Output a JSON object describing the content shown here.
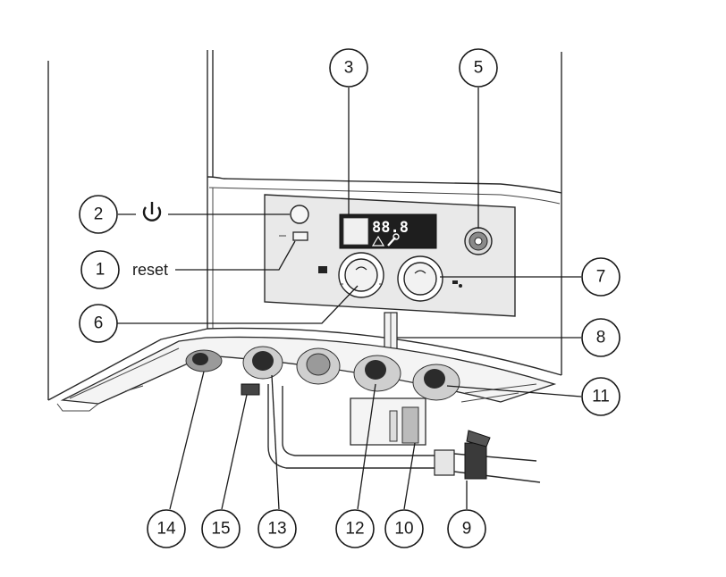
{
  "labels": {
    "reset": "reset",
    "display_digits": "88.8"
  },
  "callouts": [
    {
      "number": "1"
    },
    {
      "number": "2"
    },
    {
      "number": "3"
    },
    {
      "number": "5"
    },
    {
      "number": "6"
    },
    {
      "number": "7"
    },
    {
      "number": "8"
    },
    {
      "number": "9"
    },
    {
      "number": "10"
    },
    {
      "number": "11"
    },
    {
      "number": "12"
    },
    {
      "number": "13"
    },
    {
      "number": "14"
    },
    {
      "number": "15"
    }
  ],
  "icons": {
    "power": "power-icon",
    "warning": "warning-icon",
    "wrench": "wrench-icon",
    "radiator": "radiator-icon",
    "tap": "tap-icon"
  }
}
